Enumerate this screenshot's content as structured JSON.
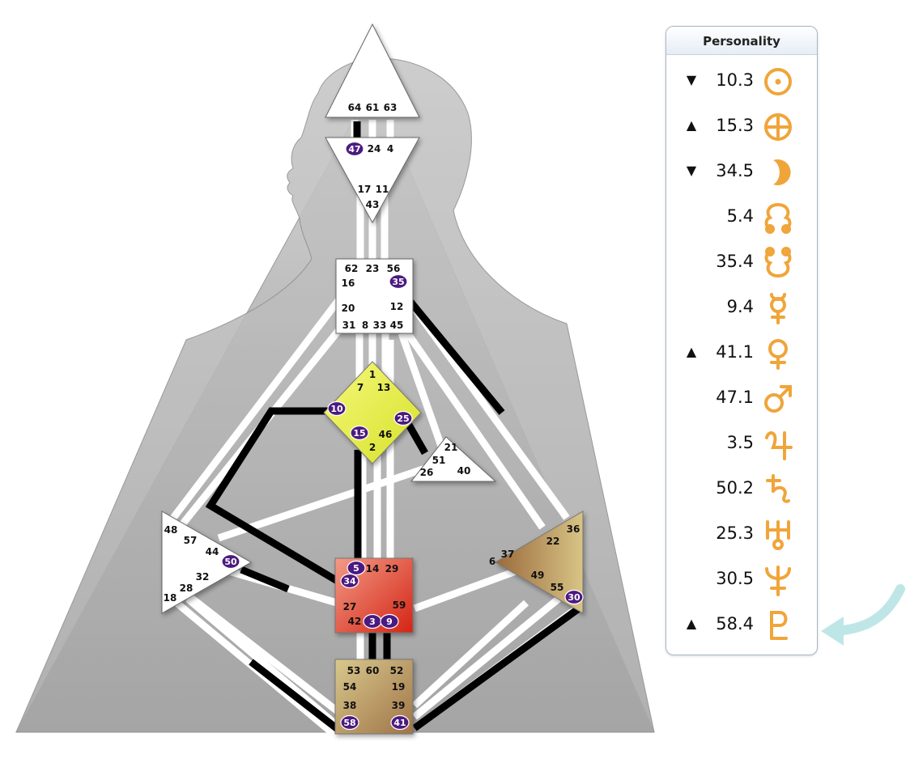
{
  "bodygraph": {
    "head": {
      "gates": [
        "64",
        "61",
        "63"
      ]
    },
    "ajna": {
      "gates": [
        "47",
        "24",
        "4",
        "17",
        "11",
        "43"
      ],
      "active": [
        "47"
      ]
    },
    "throat": {
      "gates": [
        "62",
        "23",
        "56",
        "16",
        "35",
        "20",
        "12",
        "31",
        "8",
        "33",
        "45"
      ],
      "active": [
        "35"
      ]
    },
    "g_center": {
      "gates": [
        "1",
        "7",
        "13",
        "10",
        "25",
        "15",
        "46",
        "2"
      ],
      "active": [
        "10",
        "25",
        "15"
      ]
    },
    "heart": {
      "gates": [
        "21",
        "51",
        "26",
        "40"
      ]
    },
    "spleen": {
      "gates": [
        "48",
        "57",
        "44",
        "50",
        "32",
        "28",
        "18"
      ],
      "active": [
        "50"
      ]
    },
    "sacral": {
      "gates": [
        "5",
        "14",
        "29",
        "34",
        "27",
        "59",
        "42",
        "3",
        "9"
      ],
      "active": [
        "5",
        "34",
        "3",
        "9"
      ]
    },
    "solar_plexus": {
      "gates": [
        "36",
        "22",
        "6",
        "37",
        "49",
        "55",
        "30"
      ],
      "active": [
        "30"
      ]
    },
    "root": {
      "gates": [
        "53",
        "60",
        "52",
        "54",
        "19",
        "38",
        "39",
        "58",
        "41"
      ],
      "active": [
        "58",
        "41"
      ]
    },
    "colors": {
      "defined_channel": "#000000",
      "channel_white": "#ffffff",
      "activated_gate": "#4b1a80",
      "g_center": "#e6ee3a",
      "sacral": "#d83a2a",
      "root_solar": "#b18c5c",
      "silhouette": "#b9b9b9"
    }
  },
  "personality": {
    "title": "Personality",
    "rows": [
      {
        "arrow": "▼",
        "value": "10.3",
        "icon": "sun-icon"
      },
      {
        "arrow": "▲",
        "value": "15.3",
        "icon": "earth-icon"
      },
      {
        "arrow": "▼",
        "value": "34.5",
        "icon": "moon-icon"
      },
      {
        "arrow": "",
        "value": "5.4",
        "icon": "north-node-icon"
      },
      {
        "arrow": "",
        "value": "35.4",
        "icon": "south-node-icon"
      },
      {
        "arrow": "",
        "value": "9.4",
        "icon": "mercury-icon"
      },
      {
        "arrow": "▲",
        "value": "41.1",
        "icon": "venus-icon"
      },
      {
        "arrow": "",
        "value": "47.1",
        "icon": "mars-icon"
      },
      {
        "arrow": "",
        "value": "3.5",
        "icon": "jupiter-icon"
      },
      {
        "arrow": "",
        "value": "50.2",
        "icon": "saturn-icon"
      },
      {
        "arrow": "",
        "value": "25.3",
        "icon": "uranus-icon"
      },
      {
        "arrow": "",
        "value": "30.5",
        "icon": "neptune-icon"
      },
      {
        "arrow": "▲",
        "value": "58.4",
        "icon": "pluto-icon"
      }
    ],
    "glyph_color": "#f0a53a"
  },
  "pointer": {
    "icon": "curved-arrow-icon",
    "color": "#bfe6e6"
  }
}
